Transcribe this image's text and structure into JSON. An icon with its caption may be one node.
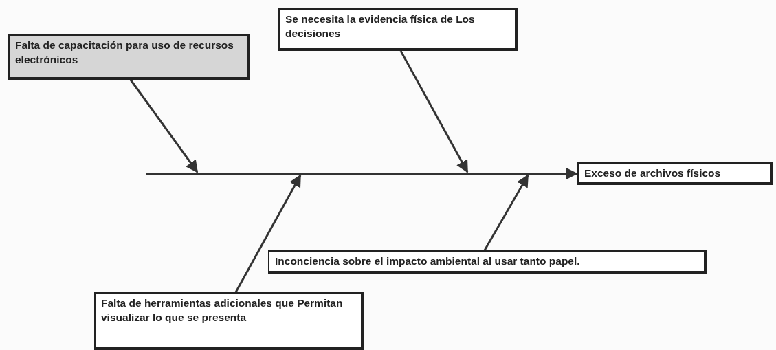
{
  "diagram": {
    "nodes": [
      {
        "text": [
          "Falta de capacitación para uso de recursos electrónicos"
        ]
      },
      {
        "text": [
          "Se necesita la evidencia física de Los decisiones"
        ]
      },
      {
        "text": [],
        "shape": "line"
      },
      {
        "text": [
          "Exceso de archivos físicos"
        ]
      },
      {
        "text": [
          "Inconciencia sobre el impacto ambiental al usar tanto papel."
        ]
      },
      {
        "text": [
          "Falta de herramientas adicionales que Permitan visualizar lo que se presenta"
        ]
      }
    ],
    "edges": [
      {
        "from": 0,
        "to": 2,
        "arrow": "to"
      },
      {
        "from": 1,
        "to": 2,
        "arrow": "to"
      },
      {
        "from": 5,
        "to": 2,
        "arrow": "to"
      },
      {
        "from": 4,
        "to": 2,
        "arrow": "to"
      },
      {
        "from": 2,
        "to": 3,
        "arrow": "to"
      }
    ]
  }
}
